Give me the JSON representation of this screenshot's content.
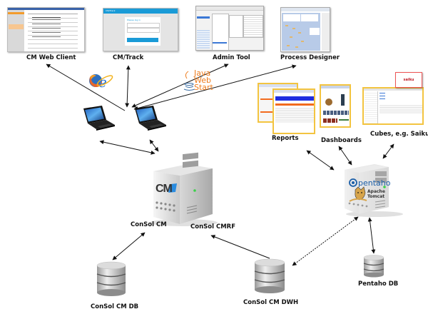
{
  "diagram": {
    "title": "ConSol CM architecture overview",
    "clients": [
      {
        "id": "cm-web-client",
        "label": "CM Web Client"
      },
      {
        "id": "cm-track",
        "label": "CM/Track"
      },
      {
        "id": "admin-tool",
        "label": "Admin Tool"
      },
      {
        "id": "process-designer",
        "label": "Process Designer"
      }
    ],
    "client_technologies": {
      "browser": "Firefox / Internet Explorer",
      "java_web_start": [
        "Java",
        "Web",
        "Start"
      ]
    },
    "reporting": [
      {
        "id": "reports",
        "label": "Reports"
      },
      {
        "id": "dashboards",
        "label": "Dashboards"
      },
      {
        "id": "cubes",
        "label": "Cubes, e.g. Saiku"
      }
    ],
    "saiku_logo_text": "saiku",
    "cm_track_thumb": {
      "header": "CM/Track",
      "title": "Please log in",
      "username": "Username",
      "password": "Password",
      "forgot": "Forgot your password?",
      "button": "Log in"
    },
    "servers": {
      "consol_cm": {
        "label": "ConSol CM",
        "logo": "CM"
      },
      "consol_cmrf": {
        "label": "ConSol CMRF"
      },
      "pentaho": {
        "logo": "pentaho",
        "tomcat": [
          "Apache",
          "Tomcat"
        ]
      }
    },
    "databases": [
      {
        "id": "consol-cm-db",
        "label": "ConSol CM DB"
      },
      {
        "id": "consol-cm-dwh",
        "label": "ConSol CM DWH"
      },
      {
        "id": "pentaho-db",
        "label": "Pentaho DB"
      }
    ],
    "connections": [
      {
        "from": "laptops",
        "to": "CM Web Client",
        "style": "solid",
        "direction": "to"
      },
      {
        "from": "laptops",
        "to": "CM/Track",
        "style": "solid",
        "direction": "both"
      },
      {
        "from": "laptops",
        "to": "Admin Tool",
        "style": "solid",
        "direction": "both"
      },
      {
        "from": "laptops",
        "to": "Process Designer",
        "style": "solid",
        "direction": "both"
      },
      {
        "from": "laptops",
        "to": "ConSol CM",
        "style": "solid",
        "direction": "both"
      },
      {
        "from": "ConSol CM",
        "to": "ConSol CM DB",
        "style": "solid",
        "direction": "both"
      },
      {
        "from": "ConSol CM DWH",
        "to": "ConSol CMRF",
        "style": "solid",
        "direction": "to"
      },
      {
        "from": "Pentaho",
        "to": "ConSol CM DWH",
        "style": "dashed",
        "direction": "both"
      },
      {
        "from": "Pentaho",
        "to": "Pentaho DB",
        "style": "solid",
        "direction": "both"
      },
      {
        "from": "Pentaho",
        "to": "Reports",
        "style": "solid",
        "direction": "both"
      },
      {
        "from": "Pentaho",
        "to": "Dashboards",
        "style": "solid",
        "direction": "both"
      },
      {
        "from": "Pentaho",
        "to": "Cubes, e.g. Saiku",
        "style": "solid",
        "direction": "both"
      }
    ]
  }
}
